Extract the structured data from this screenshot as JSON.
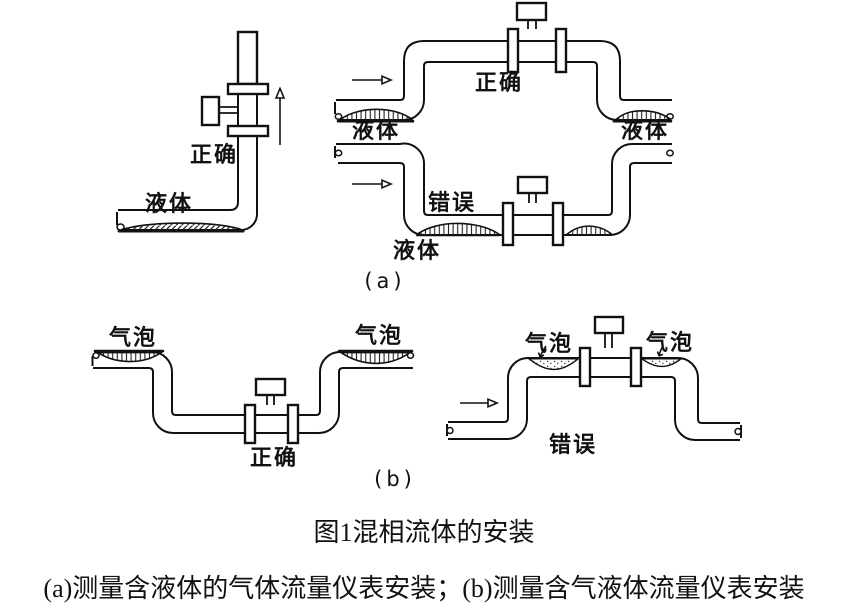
{
  "canvas": {
    "background": "#ffffff",
    "ink": "#111111"
  },
  "panel_a": {
    "tag": "(a)",
    "vertical_install": {
      "correct": "正确",
      "liquid": "液体"
    },
    "over_top": {
      "correct": "正确",
      "liquid_left": "液体",
      "liquid_right": "液体"
    },
    "sag": {
      "error": "错误",
      "liquid": "液体"
    }
  },
  "panel_b": {
    "tag": "(b)",
    "sag_correct": {
      "bubble_left": "气泡",
      "bubble_right": "气泡",
      "correct": "正确"
    },
    "raised_error": {
      "bubble_left": "气泡",
      "bubble_right": "气泡",
      "error": "错误"
    }
  },
  "caption": {
    "title": "图1混相流体的安装",
    "subtitle": "(a)测量含液体的气体流量仪表安装；(b)测量含气液体流量仪表安装"
  }
}
